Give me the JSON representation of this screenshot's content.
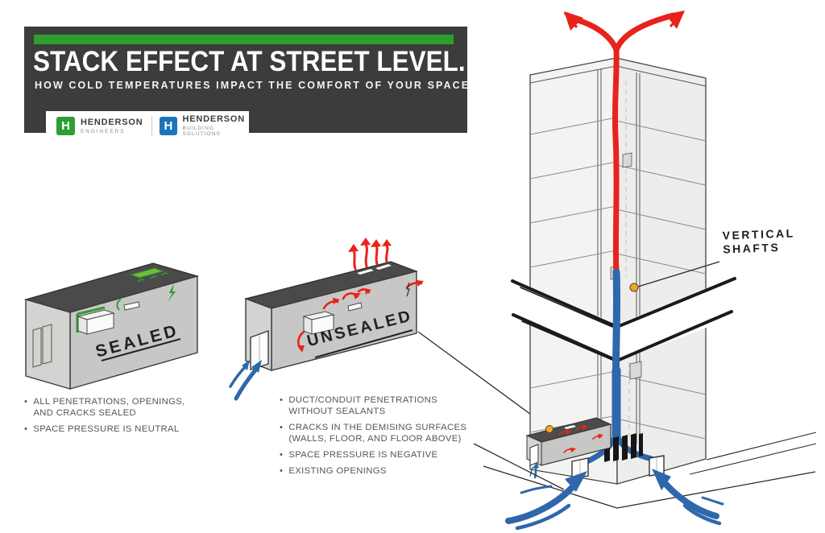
{
  "header": {
    "title": "STACK EFFECT AT STREET LEVEL.",
    "subtitle": "HOW COLD TEMPERATURES IMPACT THE COMFORT OF YOUR SPACE",
    "panel_color": "#3a3d39",
    "accent_bar_color": "#2f9e2e",
    "logos": [
      {
        "mark": "H",
        "mark_color": "#2e9e33",
        "name": "HENDERSON",
        "sub": "ENGINEERS"
      },
      {
        "mark": "H",
        "mark_color": "#1b74bb",
        "name": "HENDERSON",
        "sub": "BUILDING SOLUTIONS"
      }
    ]
  },
  "bullet_char": "•",
  "sealed_section": {
    "caption": "SEALED",
    "bullets": [
      [
        "ALL PENETRATIONS, OPENINGS,",
        "AND CRACKS SEALED"
      ],
      [
        "SPACE PRESSURE IS NEUTRAL"
      ]
    ]
  },
  "unsealed_section": {
    "caption": "UNSEALED",
    "bullets": [
      [
        "DUCT/CONDUIT PENETRATIONS",
        "WITHOUT SEALANTS"
      ],
      [
        "CRACKS IN THE DEMISING SURFACES",
        "(WALLS, FLOOR, AND FLOOR ABOVE)"
      ],
      [
        "SPACE PRESSURE IS NEGATIVE"
      ],
      [
        "EXISTING OPENINGS"
      ]
    ]
  },
  "tower_section": {
    "shaft_label": [
      "VERTICAL",
      "SHAFTS"
    ],
    "warm_air_color": "#e8231c",
    "cold_air_color": "#2e67ac",
    "sealant_green": "#2e9e2e",
    "marker_orange": "#f2a232"
  }
}
